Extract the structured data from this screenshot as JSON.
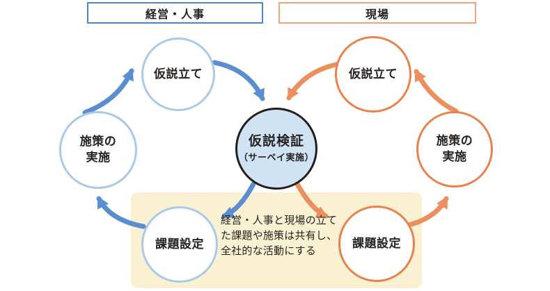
{
  "palette": {
    "blue_arrow": "#5b8ed0",
    "blue_circle_border": "#a9c9e9",
    "blue_box_border": "#4a86c8",
    "orange_arrow": "#ec8f5e",
    "orange_circle_border": "#e8824d",
    "center_fill": "#cfe3f4",
    "center_border": "#221e1c",
    "note_bg": "#faf0d2",
    "text": "#262220"
  },
  "headers": {
    "left": "経営・人事",
    "right": "現場"
  },
  "center_node": {
    "title": "仮説検証",
    "subtitle": "（サーベイ実施）"
  },
  "left_cycle": {
    "hypothesis": "仮説立て",
    "implementation": "施策の\n実施",
    "issue": "課題設定"
  },
  "right_cycle": {
    "hypothesis": "仮説立て",
    "implementation": "施策の\n実施",
    "issue": "課題設定"
  },
  "note": {
    "text": "経営・人事と現場の立てた課題や施策は共有し、全社的な活動にする"
  }
}
